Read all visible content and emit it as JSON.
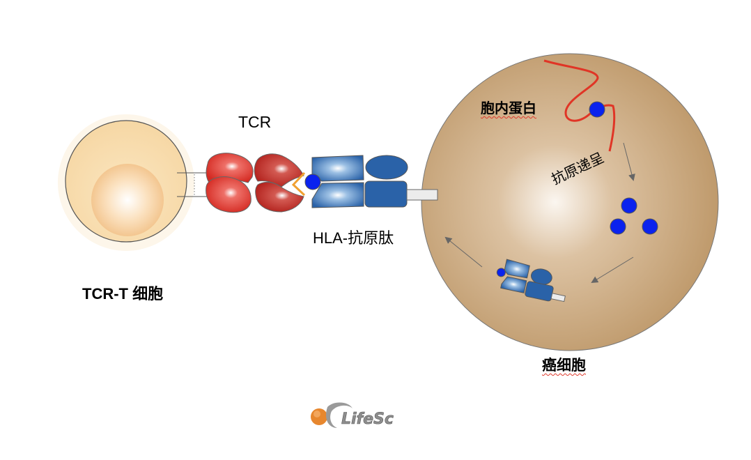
{
  "labels": {
    "tcr": "TCR",
    "hla_peptide": "HLA-抗原肽",
    "tcr_t_cell": "TCR-T 细胞",
    "intracellular_protein": "胞内蛋白",
    "antigen_presentation": "抗原递呈",
    "cancer_cell": "癌细胞"
  },
  "logo": {
    "text": "LifeSc"
  },
  "colors": {
    "tcell_fill": "#f7d9a6",
    "cancer_cell_fill": "#c4a175",
    "tcr_red": "#d8302a",
    "hla_blue": "#2a62a8",
    "antigen_blue": "#0a22ee",
    "protein_red": "#e03526",
    "binding_orange": "#f0a030",
    "arrow_gray": "#666666"
  }
}
